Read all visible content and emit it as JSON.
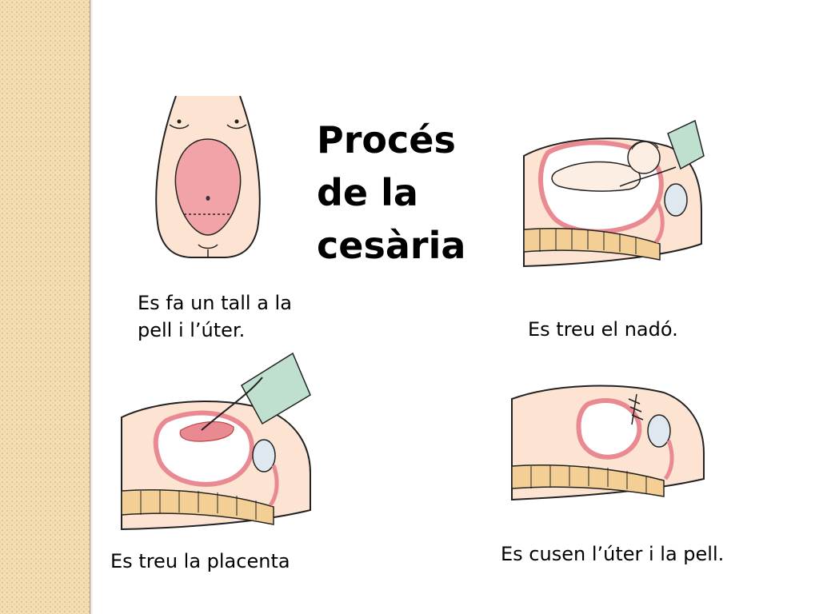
{
  "title": {
    "lines": [
      "Procés",
      "de la",
      "cesària"
    ]
  },
  "steps": [
    {
      "caption_lines": [
        "Es fa un tall a la",
        "pell i l’úter."
      ]
    },
    {
      "caption": "Es treu el nadó."
    },
    {
      "caption": "Es treu la placenta"
    },
    {
      "caption": "Es cusen l’úter i la pell."
    }
  ],
  "colors": {
    "skin": "#fce3d2",
    "uterus": "#f2a3a8",
    "uterus_wall": "#e98a92",
    "spine": "#f3cf96",
    "glove": "#bfe0cf",
    "sidebar": "#f3dfb4"
  }
}
